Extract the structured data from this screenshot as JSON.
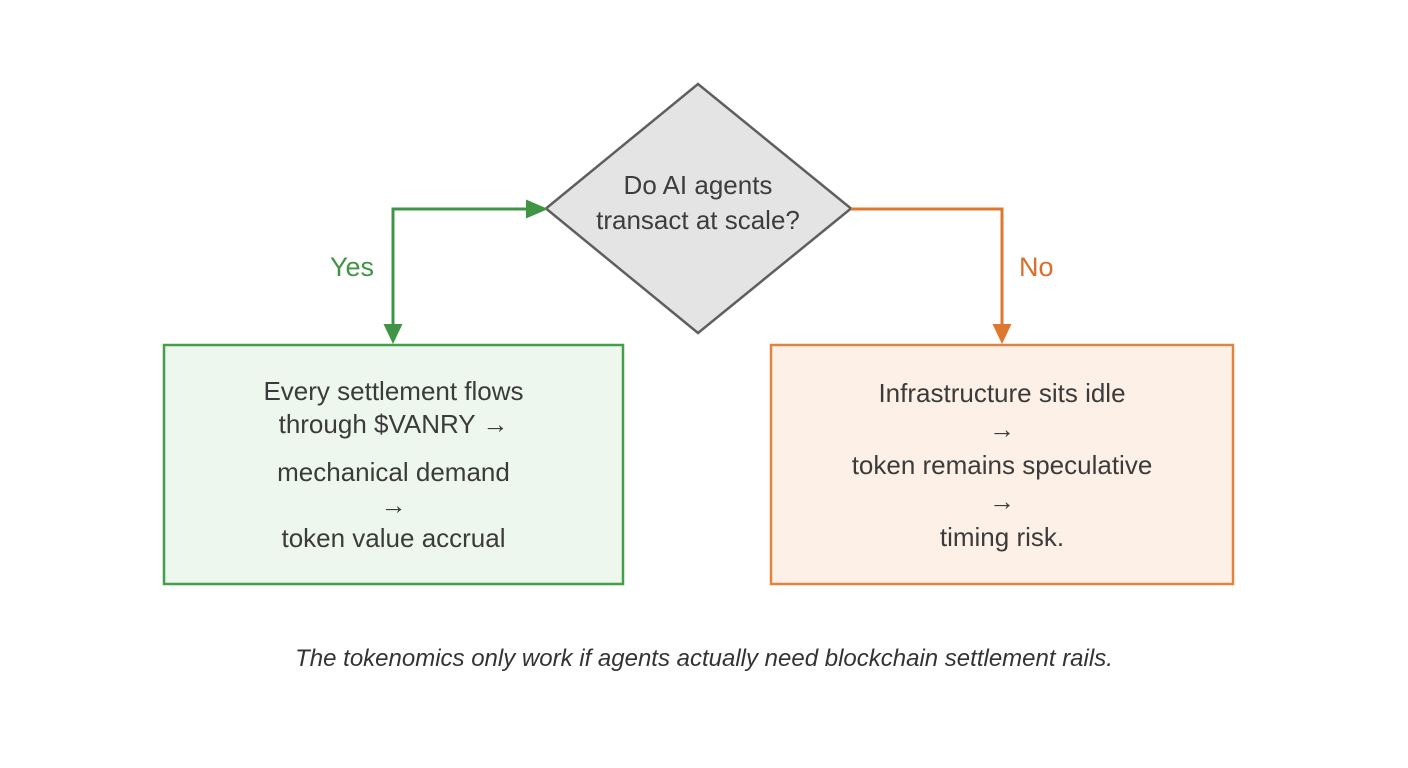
{
  "colors": {
    "diamond_fill": "#e4e4e4",
    "diamond_stroke": "#5f5f5f",
    "yes": "#3f9445",
    "no": "#e0772e",
    "yes_box_fill": "#edf7ee",
    "yes_box_stroke": "#43a047",
    "no_box_fill": "#fdf1e7",
    "no_box_stroke": "#e08440",
    "text": "#3b3b3b"
  },
  "decision_node": {
    "lines": [
      "Do AI agents",
      "transact at scale?"
    ]
  },
  "branches": {
    "yes_label": "Yes",
    "no_label": "No"
  },
  "yes_box": {
    "lines": [
      "Every settlement flows",
      "through $VANRY →",
      "mechanical demand",
      "→",
      "token value accrual"
    ]
  },
  "no_box": {
    "lines": [
      "Infrastructure sits idle",
      "→",
      "token remains speculative",
      "→",
      "timing risk."
    ]
  },
  "caption": "The tokenomics only work if agents actually need blockchain settlement rails."
}
